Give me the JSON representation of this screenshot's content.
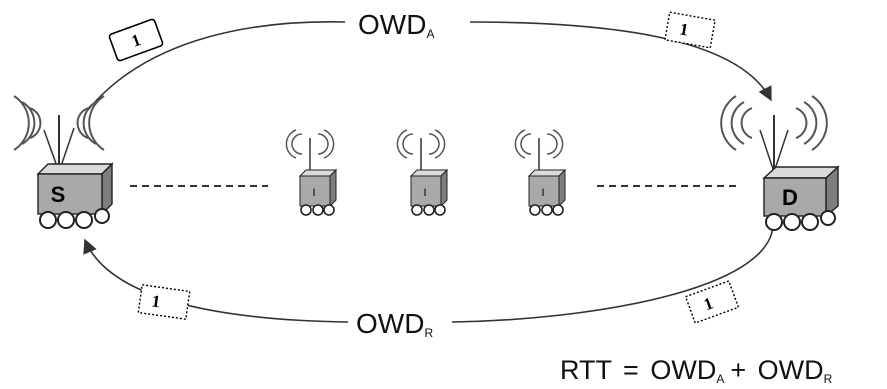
{
  "labels": {
    "owd_forward": {
      "base": "OWD",
      "sub": "A"
    },
    "owd_return": {
      "base": "OWD",
      "sub": "R"
    }
  },
  "nodes": {
    "source": {
      "letter": "S"
    },
    "destination": {
      "letter": "D"
    },
    "intermediates": [
      {
        "letter": "I"
      },
      {
        "letter": "I"
      },
      {
        "letter": "I"
      }
    ]
  },
  "packets": {
    "forward_left": "1",
    "forward_right": "1",
    "return_left": "1",
    "return_right": "1"
  },
  "formula": {
    "lhs": "RTT",
    "eq": "=",
    "term1_base": "OWD",
    "term1_sub": "A",
    "plus": "+",
    "term2_base": "OWD",
    "term2_sub": "R"
  },
  "colors": {
    "node_face": "#a9a9a9",
    "node_top": "#dadada",
    "node_side": "#7e7e7e",
    "line": "#333333"
  }
}
